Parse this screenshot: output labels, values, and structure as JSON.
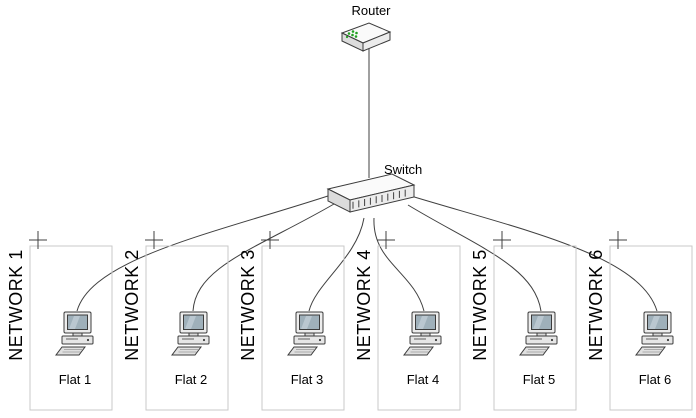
{
  "diagram": {
    "router": {
      "label": "Router"
    },
    "switch": {
      "label": "Switch"
    },
    "networks": [
      {
        "name": "NETWORK 1",
        "flat": "Flat 1"
      },
      {
        "name": "NETWORK 2",
        "flat": "Flat 2"
      },
      {
        "name": "NETWORK 3",
        "flat": "Flat 3"
      },
      {
        "name": "NETWORK 4",
        "flat": "Flat 4"
      },
      {
        "name": "NETWORK 5",
        "flat": "Flat 5"
      },
      {
        "name": "NETWORK 6",
        "flat": "Flat 6"
      }
    ],
    "colors": {
      "line": "#404040",
      "box_border": "#c9c9c9",
      "led_green": "#21a121",
      "background": "#ffffff"
    },
    "icons": [
      "router-icon",
      "switch-icon",
      "pc-icon",
      "anchor-cross-icon"
    ]
  }
}
